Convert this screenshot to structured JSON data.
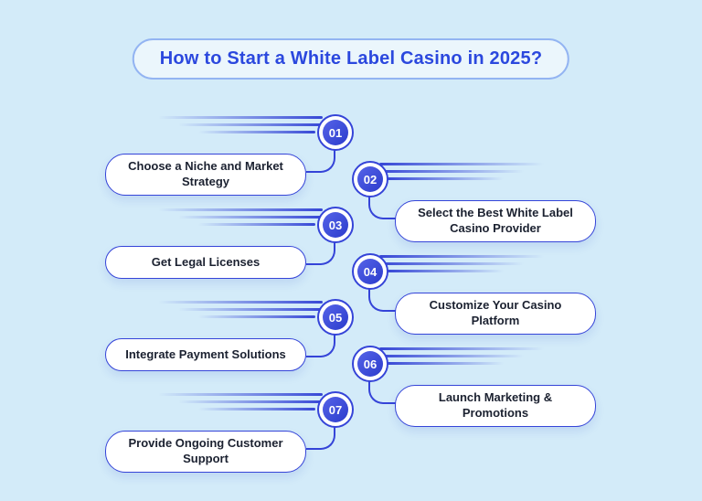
{
  "title": {
    "text": "How to Start a White Label Casino in 2025?"
  },
  "steps": [
    {
      "number": "01",
      "label": "Choose a Niche and Market Strategy",
      "side": "left"
    },
    {
      "number": "02",
      "label": "Select the Best White Label Casino Provider",
      "side": "right"
    },
    {
      "number": "03",
      "label": "Get Legal Licenses",
      "side": "left"
    },
    {
      "number": "04",
      "label": "Customize Your Casino Platform",
      "side": "right"
    },
    {
      "number": "05",
      "label": "Integrate Payment Solutions",
      "side": "left"
    },
    {
      "number": "06",
      "label": "Launch Marketing & Promotions",
      "side": "right"
    },
    {
      "number": "07",
      "label": "Provide Ongoing Customer Support",
      "side": "left"
    }
  ],
  "colors": {
    "background": "#d3ebf9",
    "accent_blue": "#3544d8",
    "title_text": "#2b48de",
    "title_border": "#93b4f2",
    "label_text": "#1b2130",
    "pill_background": "#ffffff"
  }
}
